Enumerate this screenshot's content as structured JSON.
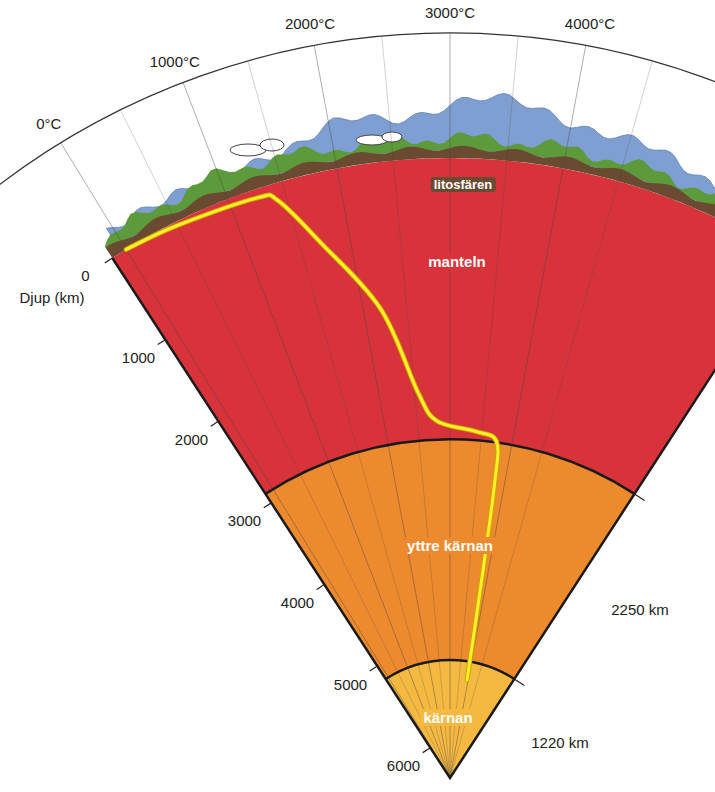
{
  "diagram": {
    "nodes": [
      {
        "text": [
          "litosfären"
        ]
      },
      {
        "text": [
          "manteln"
        ]
      },
      {
        "text": [
          "yttre kärnan"
        ]
      },
      {
        "text": [
          "kärnan"
        ]
      }
    ],
    "labels": [
      "0°C",
      "1000°C",
      "2000°C",
      "3000°C",
      "4000°C",
      "0",
      "Djup (km)",
      "1000",
      "2000",
      "3000",
      "4000",
      "5000",
      "6000",
      "2250 km",
      "1220 km"
    ]
  }
}
